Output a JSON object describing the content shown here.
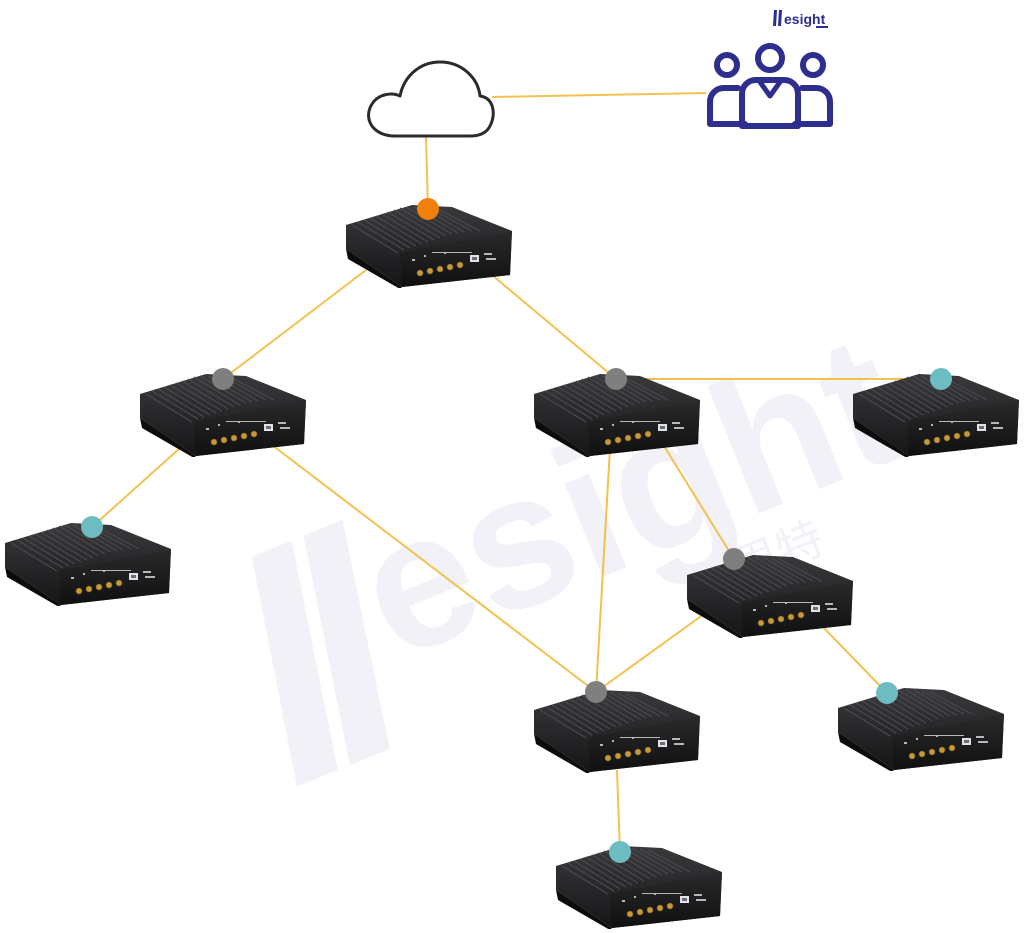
{
  "brand": {
    "name": "esight",
    "icon": "desight-logo-icon"
  },
  "watermark": {
    "latin": "esight",
    "chinese": "德思特"
  },
  "icons": {
    "cloud": "cloud-icon",
    "users": "users-group-icon",
    "device": "radio-device-icon"
  },
  "colors": {
    "link": "#f2c14e",
    "gateway_dot": "#f07f0c",
    "relay_dot": "#7f7f7f",
    "endpoint_dot": "#6cbcc2",
    "brand": "#2e2e8e",
    "device_body": "#1d1d1f"
  },
  "nodes": [
    {
      "id": "cloud",
      "kind": "cloud"
    },
    {
      "id": "users",
      "kind": "users"
    },
    {
      "id": "gateway",
      "kind": "device",
      "role": "gateway"
    },
    {
      "id": "relay-left",
      "kind": "device",
      "role": "relay"
    },
    {
      "id": "relay-center",
      "kind": "device",
      "role": "relay"
    },
    {
      "id": "endpoint-right",
      "kind": "device",
      "role": "endpoint"
    },
    {
      "id": "endpoint-left",
      "kind": "device",
      "role": "endpoint"
    },
    {
      "id": "relay-mid-right",
      "kind": "device",
      "role": "relay"
    },
    {
      "id": "relay-bottom",
      "kind": "device",
      "role": "relay"
    },
    {
      "id": "endpoint-bottom-right",
      "kind": "device",
      "role": "endpoint"
    },
    {
      "id": "endpoint-bottom",
      "kind": "device",
      "role": "endpoint"
    }
  ],
  "links": [
    [
      "cloud",
      "users"
    ],
    [
      "cloud",
      "gateway"
    ],
    [
      "gateway",
      "relay-left"
    ],
    [
      "gateway",
      "relay-center"
    ],
    [
      "relay-center",
      "endpoint-right"
    ],
    [
      "relay-left",
      "endpoint-left"
    ],
    [
      "relay-left",
      "relay-bottom"
    ],
    [
      "relay-center",
      "relay-bottom"
    ],
    [
      "relay-center",
      "relay-mid-right"
    ],
    [
      "relay-mid-right",
      "relay-bottom"
    ],
    [
      "relay-mid-right",
      "endpoint-bottom-right"
    ],
    [
      "relay-bottom",
      "endpoint-bottom"
    ]
  ]
}
